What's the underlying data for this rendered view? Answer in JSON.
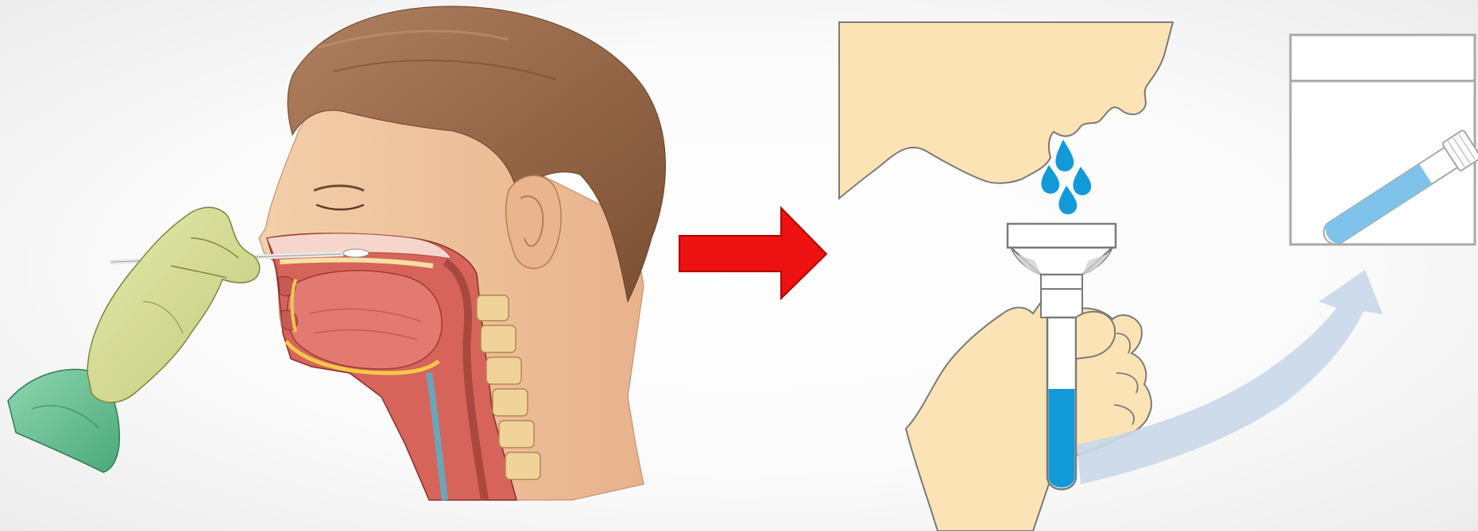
{
  "diagram": {
    "steps": [
      {
        "id": "step-nasopharyngeal-swab",
        "icon": "nasal-swab-anatomy-illustration"
      },
      {
        "id": "step-saliva-collection",
        "icon": "saliva-drip-funnel-tube-illustration"
      },
      {
        "id": "step-specimen-bag",
        "icon": "specimen-bag-tube-illustration"
      }
    ],
    "connectors": [
      {
        "from": "step-nasopharyngeal-swab",
        "to": "step-saliva-collection",
        "icon": "red-arrow-icon"
      },
      {
        "from": "step-saliva-collection",
        "to": "step-specimen-bag",
        "icon": "curved-blue-arrow-icon"
      }
    ],
    "colors": {
      "background": "#ffffff",
      "arrow_red": "#ee1111",
      "arrow_red_edge": "#b10000",
      "glove": "#d7df95",
      "sleeve": "#6fc59a",
      "hair": "#9a6a45",
      "skin": "#f2c9a3",
      "mouth_tissue": "#d2605a",
      "face_fill": "#fbe3b5",
      "saliva_blue": "#129ad8",
      "curved_arrow": "#c8d7e8",
      "bag_border": "#a8a8a8"
    }
  }
}
